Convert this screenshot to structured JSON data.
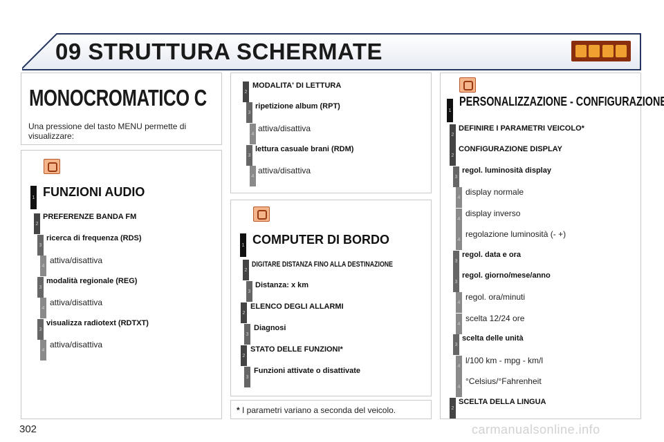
{
  "header": {
    "title": "09 STRUTTURA SCHERMATE",
    "icon_names": [
      "audio-icon",
      "computer-icon",
      "settings-icon",
      "phone-icon"
    ]
  },
  "left_intro": {
    "title": "MONOCROMATICO C",
    "text": "Una pressione del tasto MENU permette di visualizzare:"
  },
  "audio": {
    "icon": "audio-settings-icon",
    "items": [
      {
        "level": "1",
        "label": "FUNZIONI AUDIO"
      },
      {
        "level": "2",
        "label": "PREFERENZE BANDA FM"
      },
      {
        "level": "3",
        "label": "ricerca di frequenza (RDS)"
      },
      {
        "level": "4",
        "label": "attiva/disattiva"
      },
      {
        "level": "3",
        "label": "modalità regionale (REG)"
      },
      {
        "level": "4",
        "label": "attiva/disattiva"
      },
      {
        "level": "3",
        "label": "visualizza radiotext (RDTXT)"
      },
      {
        "level": "4",
        "label": "attiva/disattiva"
      }
    ]
  },
  "reading": {
    "items": [
      {
        "level": "2",
        "label": "MODALITA' DI LETTURA"
      },
      {
        "level": "3",
        "label": "ripetizione album (RPT)"
      },
      {
        "level": "4",
        "label": "attiva/disattiva"
      },
      {
        "level": "3",
        "label": "lettura casuale brani (RDM)"
      },
      {
        "level": "4",
        "label": "attiva/disattiva"
      }
    ]
  },
  "computer": {
    "icon": "fuel-computer-icon",
    "items": [
      {
        "level": "1",
        "label": "COMPUTER DI BORDO"
      },
      {
        "level": "2",
        "label": "DIGITARE DISTANZA FINO ALLA DESTINAZIONE"
      },
      {
        "level": "3",
        "label": "Distanza: x km"
      },
      {
        "level": "2",
        "label": "ELENCO DEGLI ALLARMI"
      },
      {
        "level": "3",
        "label": "Diagnosi"
      },
      {
        "level": "2",
        "label": "STATO DELLE FUNZIONI*"
      },
      {
        "level": "3",
        "label": "Funzioni attivate o disattivate"
      }
    ]
  },
  "footnote": {
    "star": "*",
    "text": "I parametri variano a seconda del veicolo."
  },
  "config": {
    "icon": "configuration-icon",
    "items": [
      {
        "level": "1",
        "label": "PERSONALIZZAZIONE - CONFIGURAZIONE"
      },
      {
        "level": "2",
        "label": "DEFINIRE I PARAMETRI VEICOLO*"
      },
      {
        "level": "2",
        "label": "CONFIGURAZIONE DISPLAY"
      },
      {
        "level": "3",
        "label": "regol. luminosità display"
      },
      {
        "level": "4",
        "label": "display normale"
      },
      {
        "level": "4",
        "label": "display inverso"
      },
      {
        "level": "4",
        "label": "regolazione luminosità (- +)"
      },
      {
        "level": "3",
        "label": "regol. data e ora"
      },
      {
        "level": "3",
        "label": "regol. giorno/mese/anno"
      },
      {
        "level": "4",
        "label": "regol. ora/minuti"
      },
      {
        "level": "4",
        "label": "scelta 12/24 ore"
      },
      {
        "level": "3",
        "label": "scelta delle unità"
      },
      {
        "level": "4",
        "label": "l/100 km - mpg - km/l"
      },
      {
        "level": "4",
        "label": "°Celsius/°Fahrenheit"
      },
      {
        "level": "2",
        "label": "SCELTA DELLA LINGUA"
      }
    ]
  },
  "page_number": "302",
  "watermark": "carmanualsonline.info"
}
